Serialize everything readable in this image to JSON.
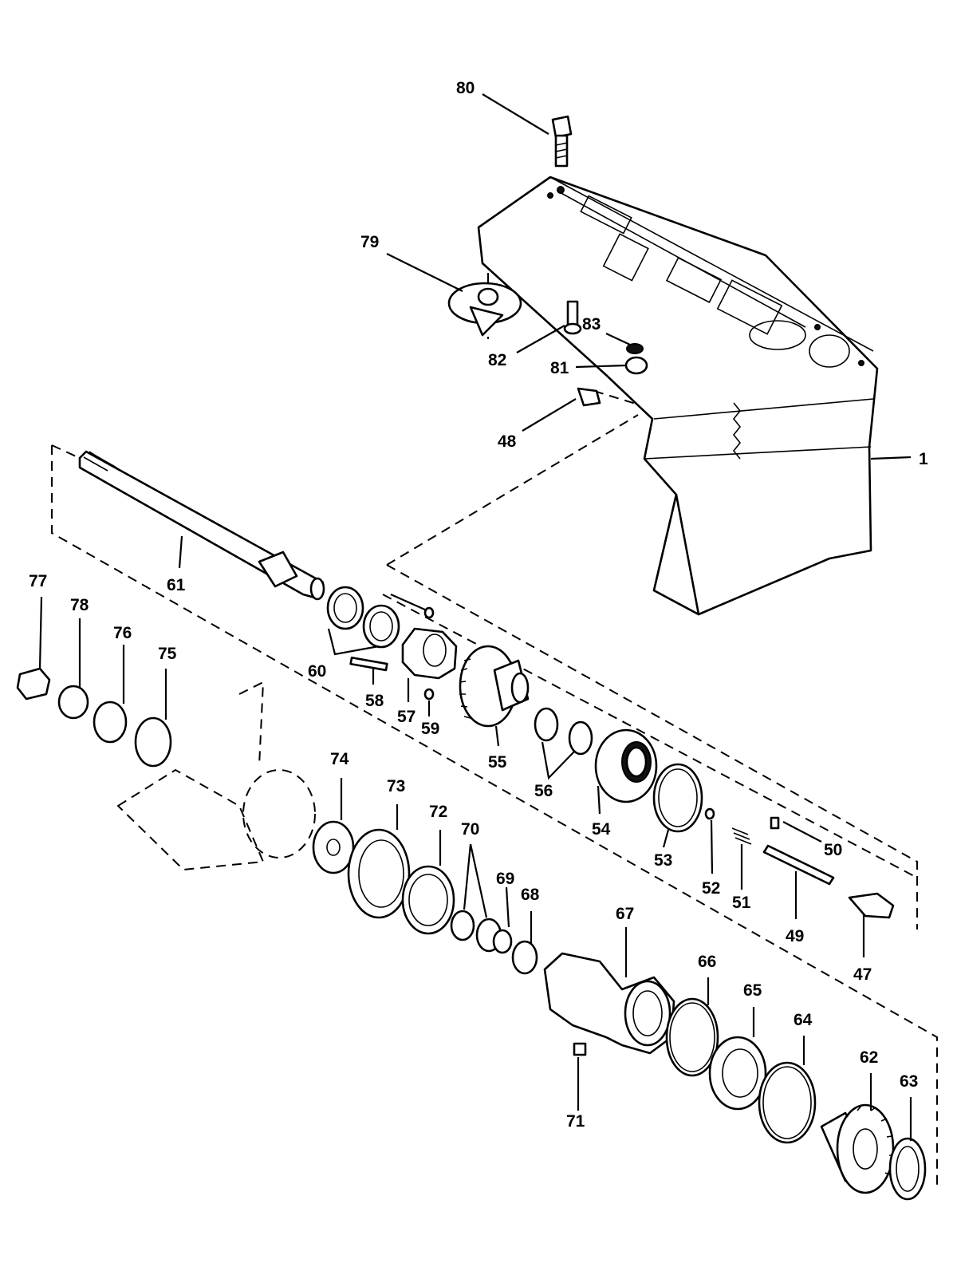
{
  "diagram": {
    "colors": {
      "ink": "#000000",
      "paper": "#ffffff"
    },
    "callouts": {
      "p1": "1",
      "p47": "47",
      "p48": "48",
      "p49": "49",
      "p50": "50",
      "p51": "51",
      "p52": "52",
      "p53": "53",
      "p54": "54",
      "p55": "55",
      "p56": "56",
      "p57": "57",
      "p58": "58",
      "p59": "59",
      "p60": "60",
      "p61": "61",
      "p62": "62",
      "p63": "63",
      "p64": "64",
      "p65": "65",
      "p66": "66",
      "p67": "67",
      "p68": "68",
      "p69": "69",
      "p70": "70",
      "p71": "71",
      "p72": "72",
      "p73": "73",
      "p74": "74",
      "p75": "75",
      "p76": "76",
      "p77": "77",
      "p78": "78",
      "p79": "79",
      "p80": "80",
      "p81": "81",
      "p82": "82",
      "p83": "83"
    }
  }
}
